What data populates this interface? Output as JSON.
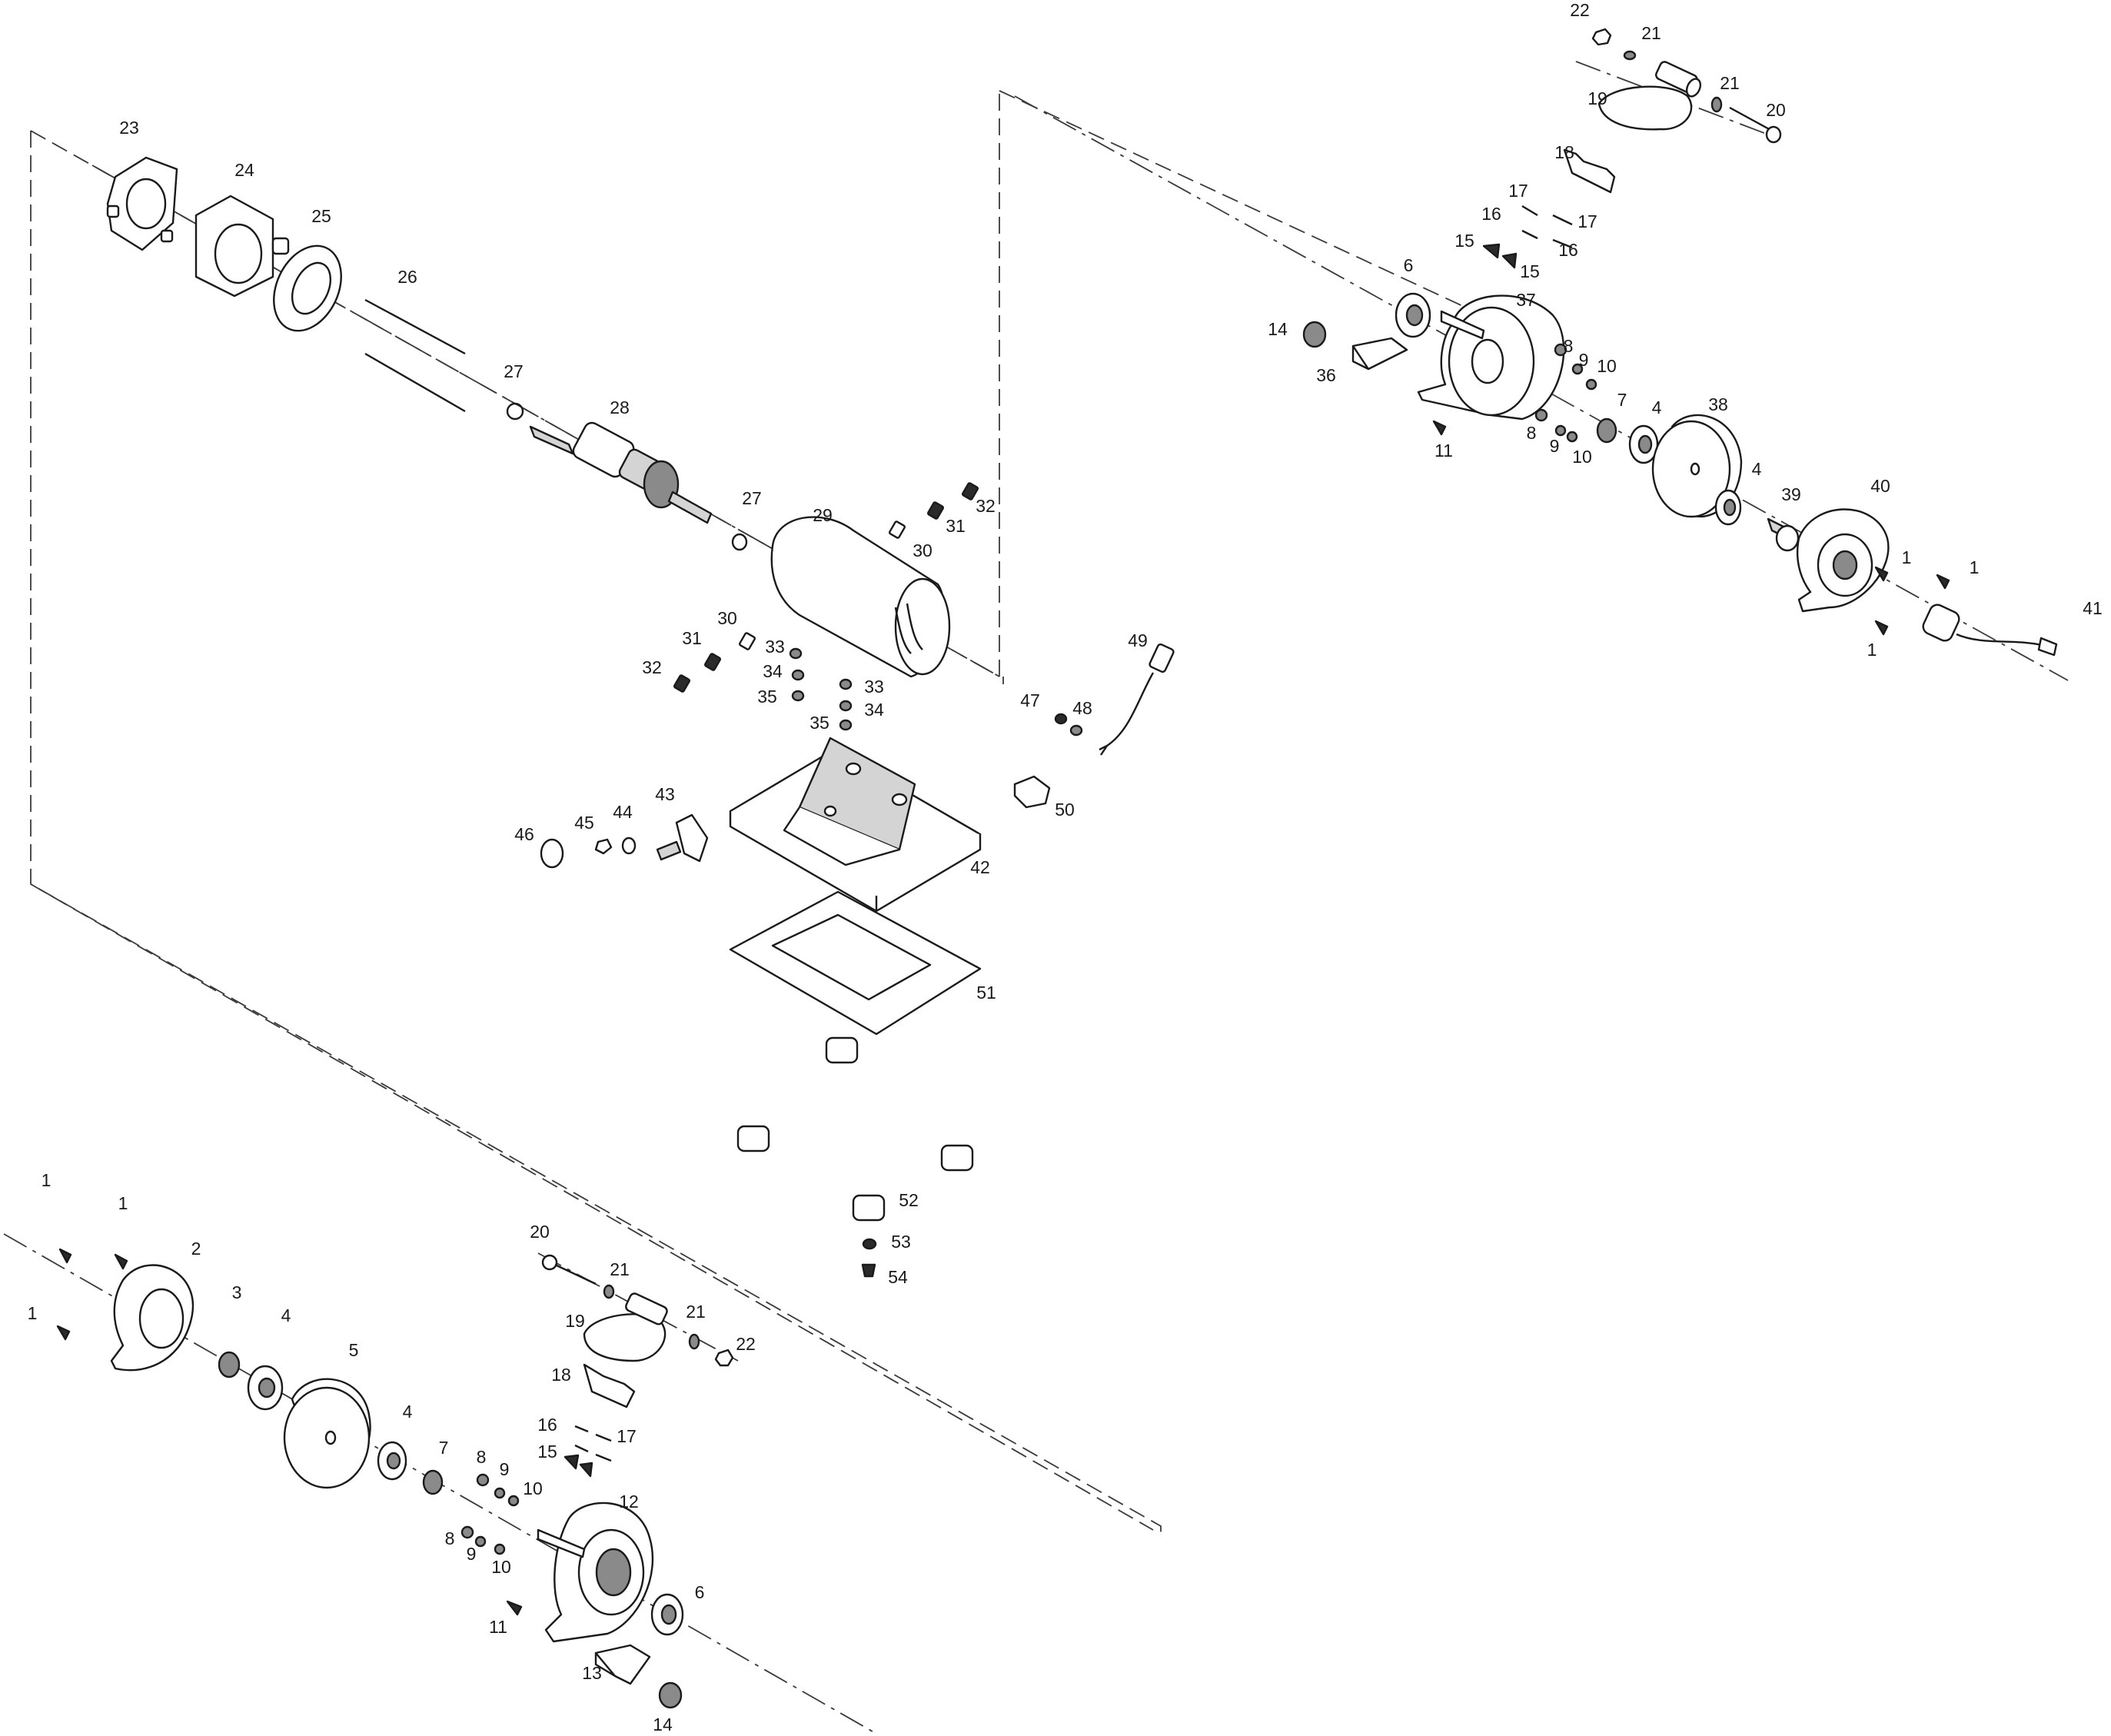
{
  "colors": {
    "ink": "#1a1a1a",
    "paper": "#ffffff"
  },
  "callouts": [
    {
      "id": "c-22a",
      "text": "22"
    },
    {
      "id": "c-21a",
      "text": "21"
    },
    {
      "id": "c-19a",
      "text": "19"
    },
    {
      "id": "c-21b",
      "text": "21"
    },
    {
      "id": "c-20a",
      "text": "20"
    },
    {
      "id": "c-18a",
      "text": "18"
    },
    {
      "id": "c-17a",
      "text": "17"
    },
    {
      "id": "c-17b",
      "text": "17"
    },
    {
      "id": "c-16a",
      "text": "16"
    },
    {
      "id": "c-16b",
      "text": "16"
    },
    {
      "id": "c-15a",
      "text": "15"
    },
    {
      "id": "c-15b",
      "text": "15"
    },
    {
      "id": "c-6a",
      "text": "6"
    },
    {
      "id": "c-37",
      "text": "37"
    },
    {
      "id": "c-14a",
      "text": "14"
    },
    {
      "id": "c-8a",
      "text": "8"
    },
    {
      "id": "c-9a",
      "text": "9"
    },
    {
      "id": "c-10a",
      "text": "10"
    },
    {
      "id": "c-36",
      "text": "36"
    },
    {
      "id": "c-7a",
      "text": "7"
    },
    {
      "id": "c-4a",
      "text": "4"
    },
    {
      "id": "c-38",
      "text": "38"
    },
    {
      "id": "c-8b",
      "text": "8"
    },
    {
      "id": "c-9b",
      "text": "9"
    },
    {
      "id": "c-10b",
      "text": "10"
    },
    {
      "id": "c-11a",
      "text": "11"
    },
    {
      "id": "c-4b",
      "text": "4"
    },
    {
      "id": "c-39",
      "text": "39"
    },
    {
      "id": "c-40",
      "text": "40"
    },
    {
      "id": "c-1a",
      "text": "1"
    },
    {
      "id": "c-1b",
      "text": "1"
    },
    {
      "id": "c-1c",
      "text": "1"
    },
    {
      "id": "c-41",
      "text": "41"
    },
    {
      "id": "c-23",
      "text": "23"
    },
    {
      "id": "c-24",
      "text": "24"
    },
    {
      "id": "c-25",
      "text": "25"
    },
    {
      "id": "c-26",
      "text": "26"
    },
    {
      "id": "c-27a",
      "text": "27"
    },
    {
      "id": "c-28",
      "text": "28"
    },
    {
      "id": "c-27b",
      "text": "27"
    },
    {
      "id": "c-29",
      "text": "29"
    },
    {
      "id": "c-32a",
      "text": "32"
    },
    {
      "id": "c-31a",
      "text": "31"
    },
    {
      "id": "c-30a",
      "text": "30"
    },
    {
      "id": "c-30b",
      "text": "30"
    },
    {
      "id": "c-31b",
      "text": "31"
    },
    {
      "id": "c-32b",
      "text": "32"
    },
    {
      "id": "c-33a",
      "text": "33"
    },
    {
      "id": "c-34a",
      "text": "34"
    },
    {
      "id": "c-35a",
      "text": "35"
    },
    {
      "id": "c-33b",
      "text": "33"
    },
    {
      "id": "c-34b",
      "text": "34"
    },
    {
      "id": "c-35b",
      "text": "35"
    },
    {
      "id": "c-47",
      "text": "47"
    },
    {
      "id": "c-48",
      "text": "48"
    },
    {
      "id": "c-49",
      "text": "49"
    },
    {
      "id": "c-43",
      "text": "43"
    },
    {
      "id": "c-46",
      "text": "46"
    },
    {
      "id": "c-45",
      "text": "45"
    },
    {
      "id": "c-44",
      "text": "44"
    },
    {
      "id": "c-50",
      "text": "50"
    },
    {
      "id": "c-42",
      "text": "42"
    },
    {
      "id": "c-51",
      "text": "51"
    },
    {
      "id": "c-52",
      "text": "52"
    },
    {
      "id": "c-53",
      "text": "53"
    },
    {
      "id": "c-54",
      "text": "54"
    },
    {
      "id": "c-1d",
      "text": "1"
    },
    {
      "id": "c-1e",
      "text": "1"
    },
    {
      "id": "c-2",
      "text": "2"
    },
    {
      "id": "c-1f",
      "text": "1"
    },
    {
      "id": "c-3",
      "text": "3"
    },
    {
      "id": "c-4c",
      "text": "4"
    },
    {
      "id": "c-5",
      "text": "5"
    },
    {
      "id": "c-20b",
      "text": "20"
    },
    {
      "id": "c-21c",
      "text": "21"
    },
    {
      "id": "c-19b",
      "text": "19"
    },
    {
      "id": "c-21d",
      "text": "21"
    },
    {
      "id": "c-22b",
      "text": "22"
    },
    {
      "id": "c-18b",
      "text": "18"
    },
    {
      "id": "c-16c",
      "text": "16"
    },
    {
      "id": "c-17c",
      "text": "17"
    },
    {
      "id": "c-15c",
      "text": "15"
    },
    {
      "id": "c-4d",
      "text": "4"
    },
    {
      "id": "c-7b",
      "text": "7"
    },
    {
      "id": "c-8c",
      "text": "8"
    },
    {
      "id": "c-9c",
      "text": "9"
    },
    {
      "id": "c-10c",
      "text": "10"
    },
    {
      "id": "c-12",
      "text": "12"
    },
    {
      "id": "c-8d",
      "text": "8"
    },
    {
      "id": "c-9d",
      "text": "9"
    },
    {
      "id": "c-10d",
      "text": "10"
    },
    {
      "id": "c-6b",
      "text": "6"
    },
    {
      "id": "c-11b",
      "text": "11"
    },
    {
      "id": "c-13",
      "text": "13"
    },
    {
      "id": "c-14b",
      "text": "14"
    }
  ]
}
